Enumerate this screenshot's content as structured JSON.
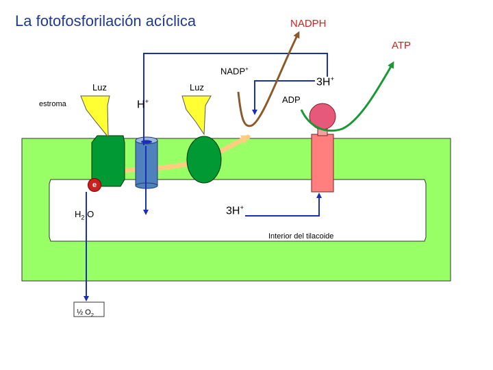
{
  "title": "La fotofosforilación acíclica",
  "labels": {
    "nadph": "NADPH",
    "atp": "ATP",
    "nadp": "NADP",
    "nadp_sup": "+",
    "adp": "ADP",
    "luz_1": "Luz",
    "luz_2": "Luz",
    "estroma": "estroma",
    "h_plus": "H",
    "h_plus_sup": "+",
    "h3_top": "3H",
    "h3_top_sup": "+",
    "h3_bottom": "3H",
    "h3_bottom_sup": "+",
    "electron": "e",
    "water_h": "H",
    "water_sub": "2",
    "water_o": " O",
    "interior": "Interior del tilacoide",
    "oxygen_half": "½ O",
    "oxygen_sub": "2"
  },
  "colors": {
    "title": "#1f3a8a",
    "membrane": "#99ff66",
    "membrane_border": "#333333",
    "photosystem_2": "#009933",
    "photosystem_1": "#009933",
    "cytochrome": "#4f81bd",
    "atp_synthase_stalk": "#ff7f7f",
    "atp_synthase_head": "#e6597a",
    "light_cone": "#ffff33",
    "proton_arrow": "#1a2eb3",
    "nadph_arrow": "#8b5a2b",
    "atp_arrow": "#1a9933",
    "electron_flow": "#ffcc80",
    "label_red": "#cc1f1f"
  },
  "icons": [
    "light-cone-icon",
    "arrow-icon"
  ]
}
